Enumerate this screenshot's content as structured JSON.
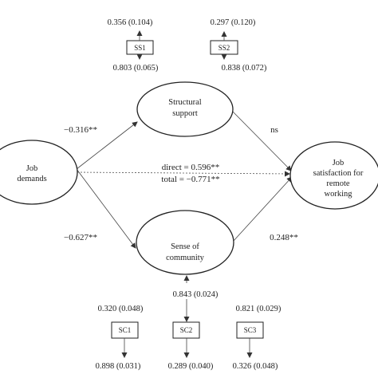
{
  "nodes": {
    "job_demands": [
      "Job",
      "demands"
    ],
    "structural_support": [
      "Structural",
      "support"
    ],
    "sense_of_community": [
      "Sense of",
      "community"
    ],
    "job_satisfaction": [
      "Job",
      "satisfaction for",
      "remote",
      "working"
    ]
  },
  "indicators": {
    "ss1": "SS1",
    "ss2": "SS2",
    "sc1": "SC1",
    "sc2": "SC2",
    "sc3": "SC3"
  },
  "values": {
    "ss1_error": "0.356 (0.104)",
    "ss2_error": "0.297 (0.120)",
    "ss1_loading": "0.803 (0.065)",
    "ss2_loading": "0.838 (0.072)",
    "sc_error": "0.843 (0.024)",
    "sc1_loading": "0.320 (0.048)",
    "sc3_loading": "0.821 (0.029)",
    "sc1_error": "0.898 (0.031)",
    "sc2_error": "0.289 (0.040)",
    "sc3_error": "0.326 (0.048)"
  },
  "paths": {
    "jd_to_ss": "−0.316**",
    "ss_to_js": "ns",
    "jd_to_sc": "−0.627**",
    "sc_to_js": "0.248**",
    "direct": "direct = 0.596**",
    "total": "total = −0.771**"
  }
}
